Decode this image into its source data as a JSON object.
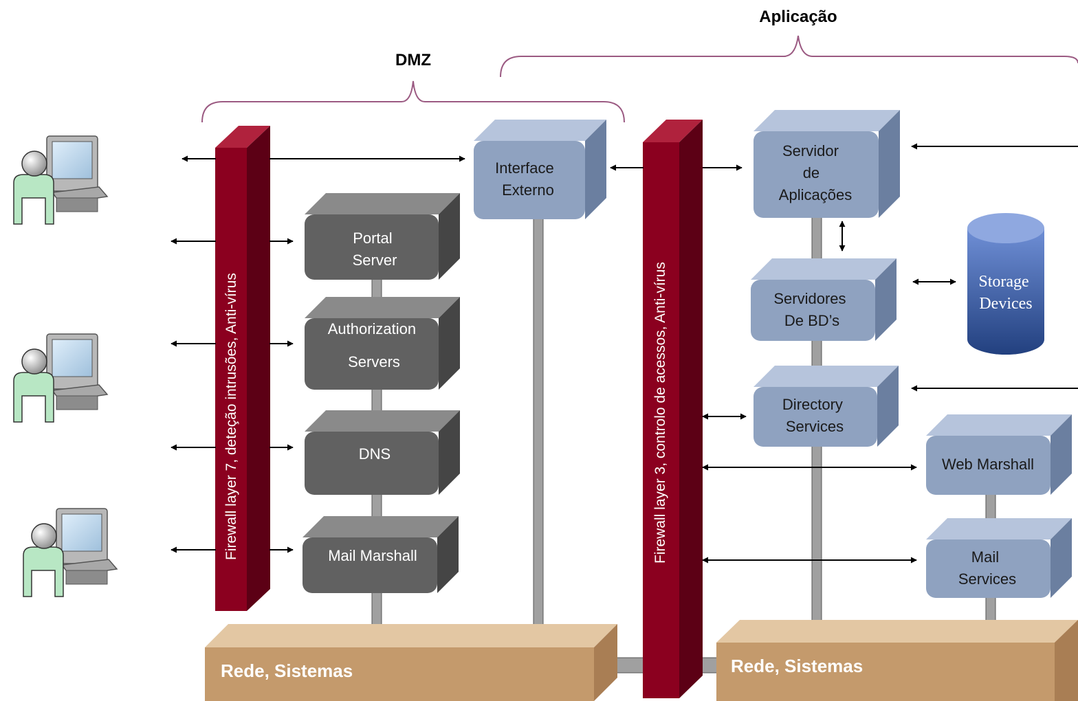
{
  "labels": {
    "aplicacao": "Aplicação",
    "dmz": "DMZ"
  },
  "firewalls": {
    "layer7": "Firewall layer 7, deteção intrusões, Anti-vírus",
    "layer3": "Firewall layer 3, controlo de acessos, Anti-vírus"
  },
  "dmz_servers": {
    "interface_externo": [
      "Interface",
      "Externo"
    ],
    "portal_server": [
      "Portal",
      "Server"
    ],
    "authorization_servers": [
      "Authorization",
      "Servers"
    ],
    "dns": [
      "DNS"
    ],
    "mail_marshall": [
      "Mail Marshall"
    ]
  },
  "app_servers": {
    "servidor_aplicacoes": [
      "Servidor",
      "de",
      "Aplicações"
    ],
    "servidores_bd": [
      "Servidores",
      "De BD’s"
    ],
    "storage_devices": [
      "Storage",
      "Devices"
    ],
    "directory_services": [
      "Directory",
      "Services"
    ],
    "web_marshall": [
      "Web Marshall"
    ],
    "mail_services": [
      "Mail",
      "Services"
    ]
  },
  "networks": {
    "left": "Rede, Sistemas",
    "right": "Rede, Sistemas"
  },
  "colors": {
    "firewall": "#8b001f",
    "dark_server": "#616161",
    "light_server": "#8fa2c0",
    "network_bar": "#c49a6c",
    "brace": "#9b5a82",
    "storage": "#3f5fa8",
    "connector": "#a0a0a0"
  },
  "icons": [
    "user-workstation-icon",
    "user-workstation-icon",
    "user-workstation-icon"
  ]
}
